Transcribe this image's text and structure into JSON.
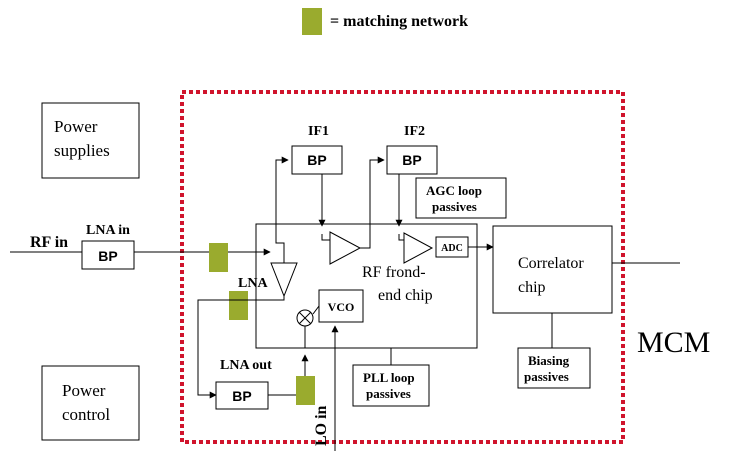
{
  "legend": {
    "text": "= matching network",
    "swatch_color": "#9aab2e"
  },
  "boxes": {
    "power_supplies": [
      "Power",
      "supplies"
    ],
    "power_control": [
      "Power",
      "control"
    ],
    "bp_label": "BP",
    "agc": [
      "AGC loop",
      "passives"
    ],
    "pll": [
      "PLL loop",
      "passives"
    ],
    "biasing": [
      "Biasing",
      "passives"
    ],
    "correlator": [
      "Correlator",
      "chip"
    ],
    "rf_chip": [
      "RF frond-",
      "end chip"
    ],
    "vco": "VCO",
    "adc": "ADC"
  },
  "labels": {
    "rf_in": "RF in",
    "lna_in": "LNA in",
    "lna": "LNA",
    "lna_out": "LNA out",
    "lo_in": "LO in",
    "if1": "IF1",
    "if2": "IF2",
    "mcm": "MCM"
  },
  "colors": {
    "mcm_border": "#d0142c",
    "mcm_text": "#d0142c",
    "matching": "#9aab2e",
    "line": "#000000"
  }
}
